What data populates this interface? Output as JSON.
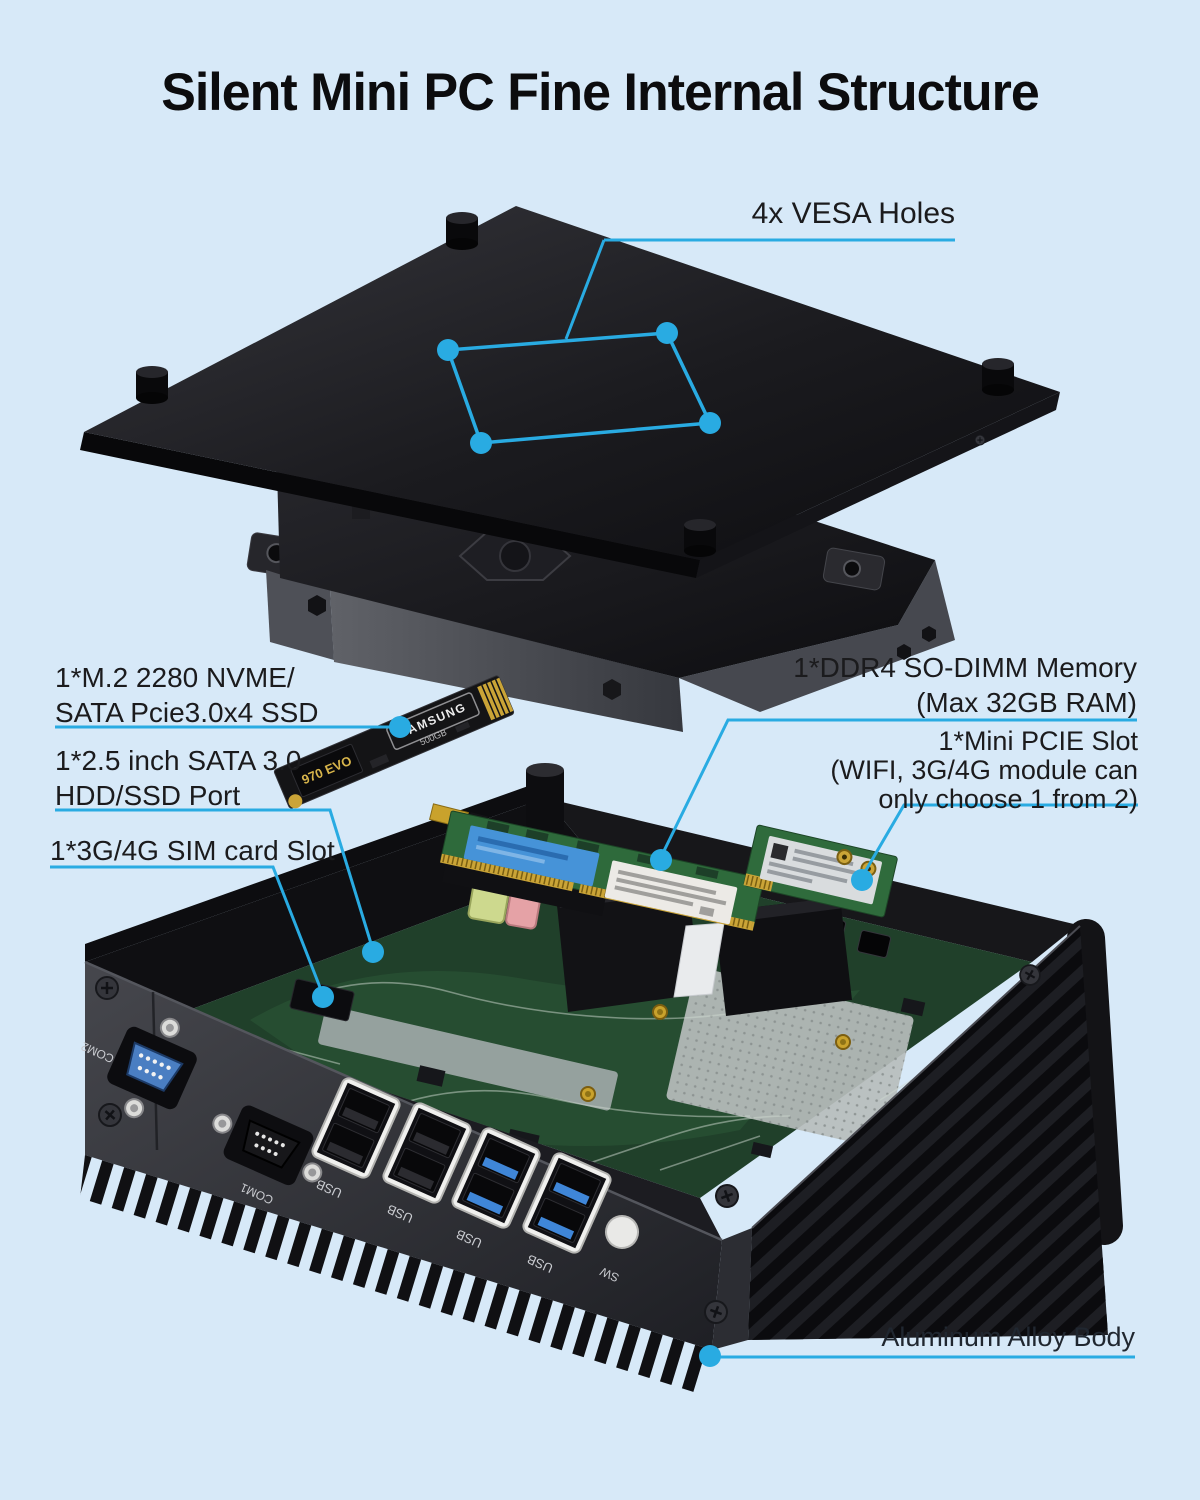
{
  "meta": {
    "background": "#d7e9f8",
    "accent": "#29abe2"
  },
  "title": "Silent Mini PC Fine Internal Structure",
  "callouts": {
    "vesa": {
      "label": "4x VESA Holes"
    },
    "ssd": {
      "line1": "1*M.2 2280 NVME/",
      "line2": "SATA Pcie3.0x4 SSD"
    },
    "hdd": {
      "line1": "1*2.5 inch SATA 3.0",
      "line2": "HDD/SSD Port"
    },
    "sim": {
      "line1": "1*3G/4G SIM card Slot"
    },
    "ram": {
      "line1": "1*DDR4 SO-DIMM Memory",
      "line2": "(Max 32GB RAM)"
    },
    "pcie": {
      "line1": "1*Mini PCIE Slot",
      "line2": "(WIFI, 3G/4G module can",
      "line3": "only choose 1 from 2)"
    },
    "body": {
      "label": "Aluminum Alloy Body"
    }
  },
  "device": {
    "ports": {
      "com2": "COM2",
      "com1": "COM1",
      "usb": "USB",
      "power_switch": "SW"
    },
    "ssd_markings": {
      "brand": "SAMSUNG",
      "model": "970 EVO",
      "capacity": "500GB"
    }
  }
}
